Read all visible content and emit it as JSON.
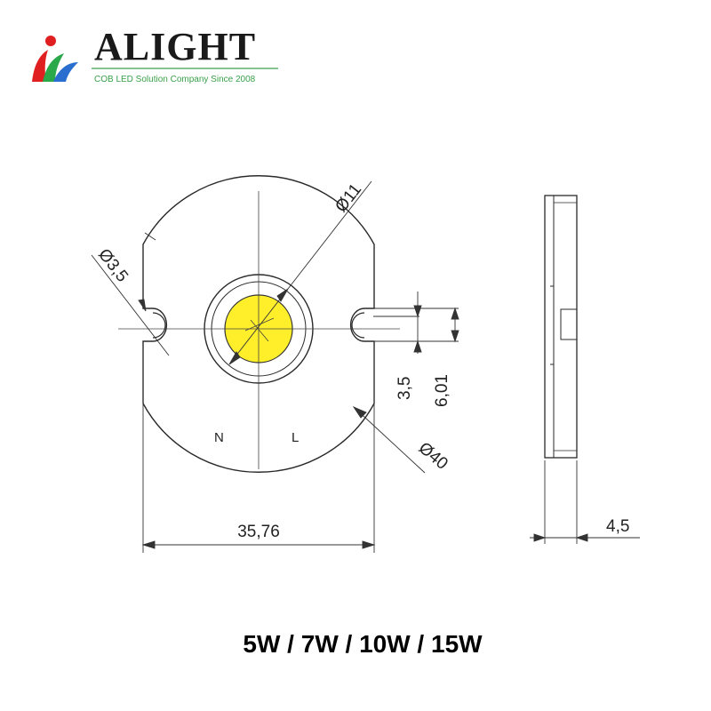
{
  "brand": {
    "name": "ALIGHT",
    "tagline": "COB LED Solution Company Since 2008",
    "colors": {
      "red": "#e02020",
      "green": "#2aa84a",
      "blue": "#2a6fd0",
      "tagline": "#3aa04a"
    }
  },
  "drawing": {
    "dim_diameter_center": "Ø11",
    "dim_diameter_slot": "Ø3,5",
    "dim_diameter_board": "Ø40",
    "dim_width": "35,76",
    "dim_slot_width": "3,5",
    "dim_slot_offset": "6,01",
    "dim_thickness": "4,5",
    "pad_n": "N",
    "pad_l": "L",
    "led_color": "#ffee2a"
  },
  "footer": {
    "power_options": "5W / 7W / 10W / 15W"
  }
}
